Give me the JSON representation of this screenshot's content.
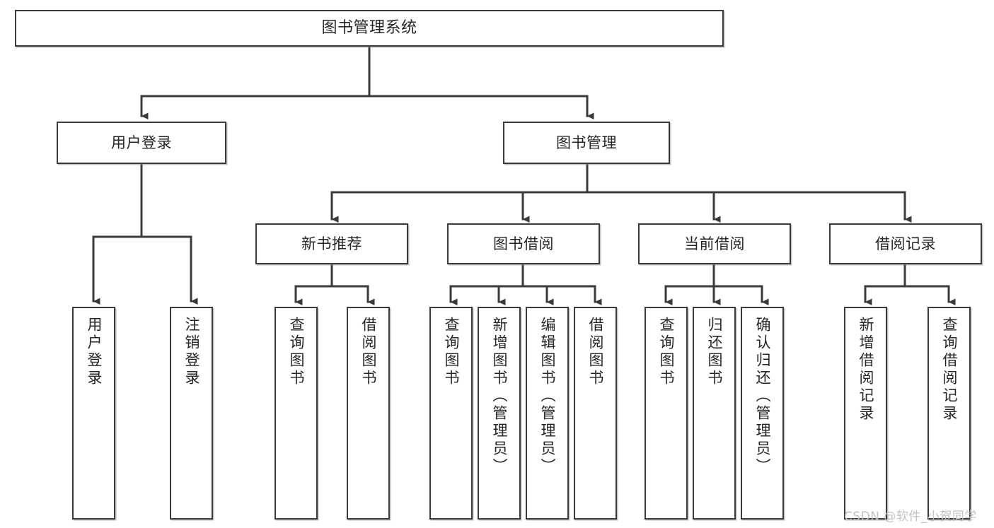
{
  "diagram": {
    "type": "tree",
    "title": "图书管理系统",
    "root": {
      "id": "root",
      "label": "图书管理系统"
    },
    "level2": [
      {
        "id": "user-login",
        "label": "用户登录"
      },
      {
        "id": "book-manage",
        "label": "图书管理"
      }
    ],
    "level3": [
      {
        "id": "new-book-rec",
        "label": "新书推荐",
        "parent": "book-manage"
      },
      {
        "id": "book-borrow",
        "label": "图书借阅",
        "parent": "book-manage"
      },
      {
        "id": "current-borrow",
        "label": "当前借阅",
        "parent": "book-manage"
      },
      {
        "id": "borrow-record",
        "label": "借阅记录",
        "parent": "book-manage"
      }
    ],
    "leaves": [
      {
        "id": "leaf-user-login",
        "label": "用户登录",
        "parent": "user-login"
      },
      {
        "id": "leaf-logout",
        "label": "注销登录",
        "parent": "user-login"
      },
      {
        "id": "leaf-query-book-1",
        "label": "查询图书",
        "parent": "new-book-rec"
      },
      {
        "id": "leaf-borrow-book-1",
        "label": "借阅图书",
        "parent": "new-book-rec"
      },
      {
        "id": "leaf-query-book-2",
        "label": "查询图书",
        "parent": "book-borrow"
      },
      {
        "id": "leaf-add-book",
        "label": "新增图书（管理员）",
        "parent": "book-borrow"
      },
      {
        "id": "leaf-edit-book",
        "label": "编辑图书（管理员）",
        "parent": "book-borrow"
      },
      {
        "id": "leaf-borrow-book-2",
        "label": "借阅图书",
        "parent": "book-borrow"
      },
      {
        "id": "leaf-query-book-3",
        "label": "查询图书",
        "parent": "current-borrow"
      },
      {
        "id": "leaf-return-book",
        "label": "归还图书",
        "parent": "current-borrow"
      },
      {
        "id": "leaf-confirm-return",
        "label": "确认归还（管理员）",
        "parent": "current-borrow"
      },
      {
        "id": "leaf-add-record",
        "label": "新增借阅记录",
        "parent": "borrow-record"
      },
      {
        "id": "leaf-query-record",
        "label": "查询借阅记录",
        "parent": "borrow-record"
      }
    ],
    "colors": {
      "border": "#3a3a3a",
      "connector": "#3a3a3a",
      "text": "#262626",
      "background": "#ffffff",
      "watermark": "#c2c2c2"
    }
  },
  "watermark": {
    "text": "CSDN @软件_小贺同学"
  }
}
